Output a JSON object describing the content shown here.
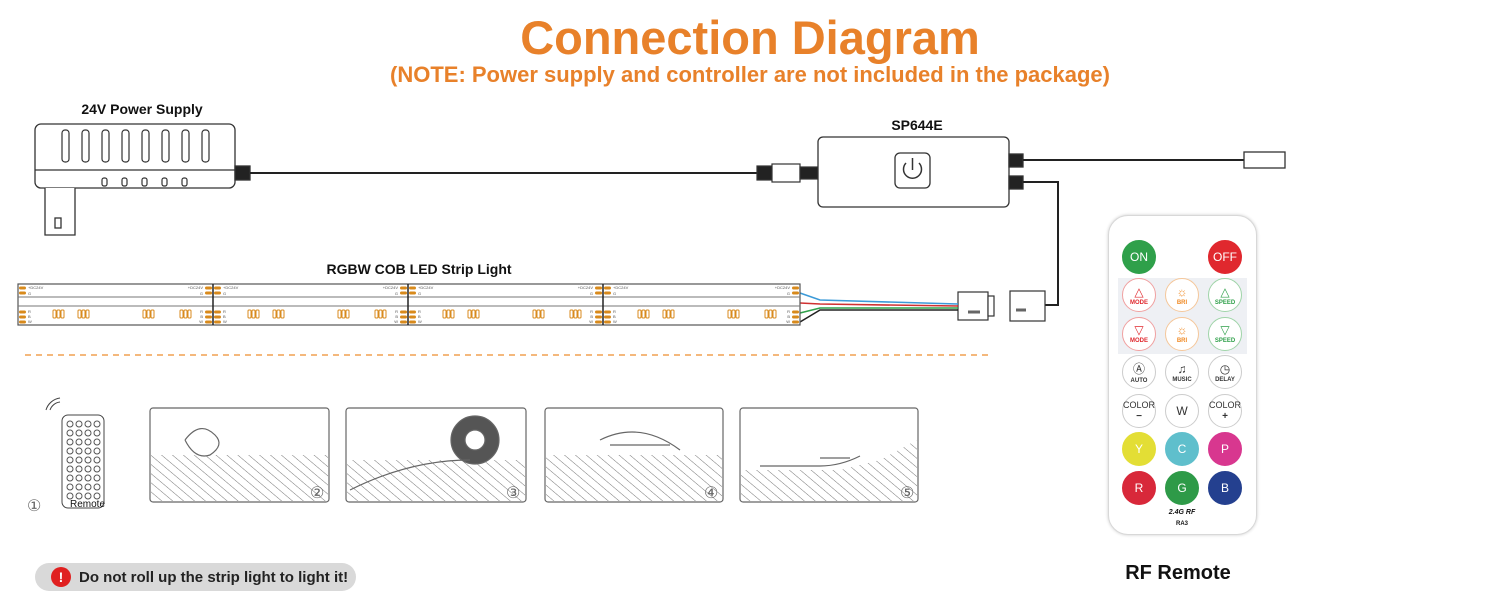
{
  "title": "Connection Diagram",
  "note": "(NOTE: Power supply and controller are not included in the package)",
  "power_supply": {
    "label": "24V Power Supply"
  },
  "controller": {
    "label": "SP644E"
  },
  "strip": {
    "label": "RGBW COB LED Strip Light",
    "pad_top": "+DC24V",
    "pad_g": "G",
    "pad_labels": [
      "R",
      "B",
      "W"
    ]
  },
  "steps": {
    "remote_label": "Remote",
    "numbers": [
      "①",
      "②",
      "③",
      "④",
      "⑤"
    ]
  },
  "warning": {
    "text": "Do not roll up the strip light to light it!",
    "icon": "!"
  },
  "remote": {
    "title": "RF Remote",
    "brand": "2.4G RF",
    "model": "RA3",
    "buttons": [
      {
        "label": "ON",
        "sub": "",
        "bg": "#2fa04a",
        "fg": "#ffffff",
        "border": "#2fa04a"
      },
      {
        "label": "OFF",
        "sub": "",
        "bg": "#e0282e",
        "fg": "#ffffff",
        "border": "#e0282e"
      },
      {
        "label": "△",
        "sub": "MODE",
        "bg": "#ffffff",
        "fg": "#e0282e",
        "border": "#f0a0a0"
      },
      {
        "label": "☼",
        "sub": "BRI",
        "bg": "#ffffff",
        "fg": "#f08a24",
        "border": "#f5c79a"
      },
      {
        "label": "△",
        "sub": "SPEED",
        "bg": "#ffffff",
        "fg": "#2fa04a",
        "border": "#9fd4a8"
      },
      {
        "label": "▽",
        "sub": "MODE",
        "bg": "#ffffff",
        "fg": "#e0282e",
        "border": "#f0a0a0"
      },
      {
        "label": "☼",
        "sub": "BRI",
        "bg": "#ffffff",
        "fg": "#f08a24",
        "border": "#f5c79a"
      },
      {
        "label": "▽",
        "sub": "SPEED",
        "bg": "#ffffff",
        "fg": "#2fa04a",
        "border": "#9fd4a8"
      },
      {
        "label": "Ⓐ",
        "sub": "AUTO",
        "bg": "#ffffff",
        "fg": "#333333",
        "border": "#cccccc"
      },
      {
        "label": "♫",
        "sub": "MUSIC",
        "bg": "#ffffff",
        "fg": "#333333",
        "border": "#cccccc"
      },
      {
        "label": "◷",
        "sub": "DELAY",
        "bg": "#ffffff",
        "fg": "#333333",
        "border": "#cccccc"
      },
      {
        "label": "COLOR",
        "sub": "−",
        "bg": "#ffffff",
        "fg": "#333333",
        "border": "#cccccc"
      },
      {
        "label": "W",
        "sub": "",
        "bg": "#ffffff",
        "fg": "#333333",
        "border": "#cccccc"
      },
      {
        "label": "COLOR",
        "sub": "+",
        "bg": "#ffffff",
        "fg": "#333333",
        "border": "#cccccc"
      },
      {
        "label": "Y",
        "sub": "",
        "bg": "#e3de35",
        "fg": "#ffffff",
        "border": "#e3de35"
      },
      {
        "label": "C",
        "sub": "",
        "bg": "#5fbfcc",
        "fg": "#ffffff",
        "border": "#5fbfcc"
      },
      {
        "label": "P",
        "sub": "",
        "bg": "#d8378f",
        "fg": "#ffffff",
        "border": "#d8378f"
      },
      {
        "label": "R",
        "sub": "",
        "bg": "#d8283a",
        "fg": "#ffffff",
        "border": "#d8283a"
      },
      {
        "label": "G",
        "sub": "",
        "bg": "#2e9a48",
        "fg": "#ffffff",
        "border": "#2e9a48"
      },
      {
        "label": "B",
        "sub": "",
        "bg": "#24408f",
        "fg": "#ffffff",
        "border": "#24408f"
      }
    ]
  },
  "colors": {
    "accent": "#e8812a",
    "warning": "#e02020"
  }
}
